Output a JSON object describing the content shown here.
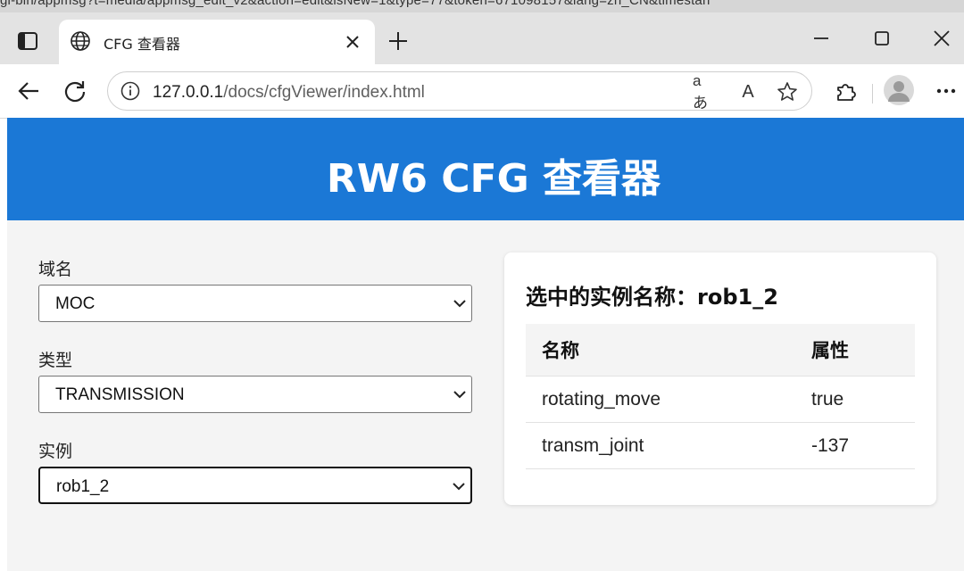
{
  "address_strip": {
    "text": "gi-bin/appmsg?t=media/appmsg_edit_v2&action=edit&isNew=1&type=77&token=671098157&lang=zh_CN&timestan"
  },
  "browser": {
    "tab_title": "CFG 查看器",
    "url_host": "127.0.0.1",
    "url_path": "/docs/cfgViewer/index.html",
    "read_aloud_label": "A",
    "translate_label": "aあ"
  },
  "page": {
    "title": "RW6 CFG 查看器",
    "colors": {
      "header": "#1b78d6",
      "background": "#f4f4f4"
    }
  },
  "form": {
    "domain": {
      "label": "域名",
      "value": "MOC"
    },
    "type": {
      "label": "类型",
      "value": "TRANSMISSION"
    },
    "instance": {
      "label": "实例",
      "value": "rob1_2"
    }
  },
  "detail": {
    "heading": "选中的实例名称：rob1_2",
    "columns": [
      "名称",
      "属性"
    ],
    "rows": [
      {
        "name": "rotating_move",
        "value": "true"
      },
      {
        "name": "transm_joint",
        "value": "-137"
      }
    ]
  }
}
